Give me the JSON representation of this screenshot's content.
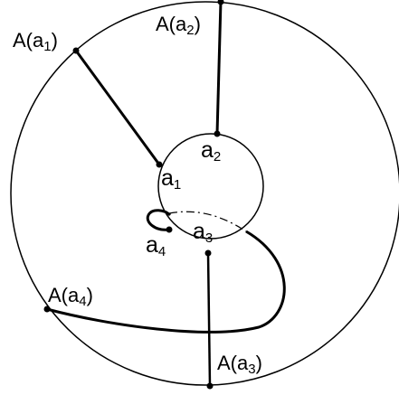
{
  "labels": {
    "A1": {
      "base": "A(a",
      "sub": "1",
      "close": ")"
    },
    "A2": {
      "base": "A(a",
      "sub": "2",
      "close": ")"
    },
    "A3": {
      "base": "A(a",
      "sub": "3",
      "close": ")"
    },
    "A4": {
      "base": "A(a",
      "sub": "4",
      "close": ")"
    },
    "a1": {
      "base": "a",
      "sub": "1"
    },
    "a2": {
      "base": "a",
      "sub": "2"
    },
    "a3": {
      "base": "a",
      "sub": "3"
    },
    "a4": {
      "base": "a",
      "sub": "4"
    }
  },
  "colors": {
    "stroke": "#000000",
    "background": "#ffffff"
  }
}
